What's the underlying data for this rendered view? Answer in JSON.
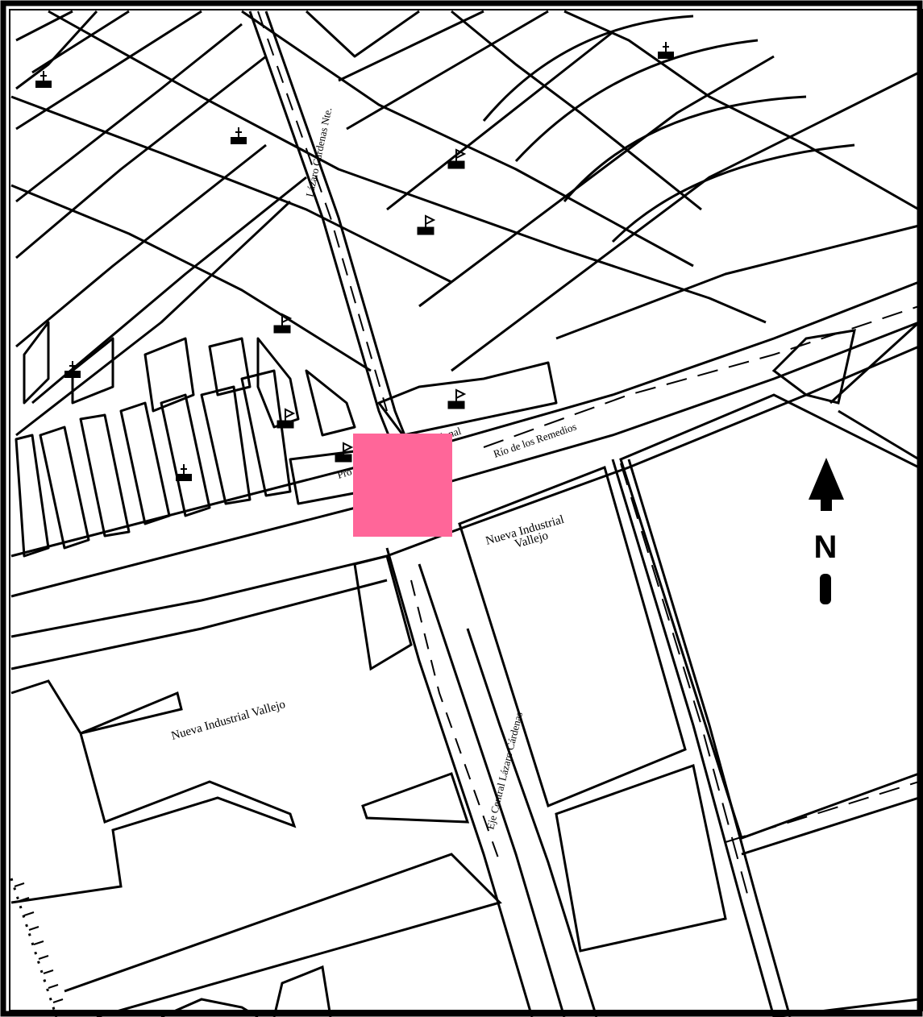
{
  "map": {
    "streets": {
      "lazaro_cardenas_nte": "Lázaro Cardenas Nte.",
      "rio_remedios": "Río  de los Remedios",
      "eje_central": "Eje Central Lázaro  Cárdenas",
      "prol_fragment": "Pro",
      "nacional_fragment": "ional"
    },
    "areas": {
      "nueva_industrial_vallejo_west": "Nueva Industrial Vallejo",
      "nueva_industrial_vallejo_east_line1": "Nueva Industrial",
      "nueva_industrial_vallejo_east_line2": "Vallejo"
    },
    "north_arrow": {
      "letter": "N"
    },
    "marker": {
      "color": "#ff6699"
    },
    "colors": {
      "line": "#000000",
      "background": "#ffffff"
    },
    "icons": [
      "church-icon",
      "flag-icon",
      "railway-icon"
    ]
  }
}
